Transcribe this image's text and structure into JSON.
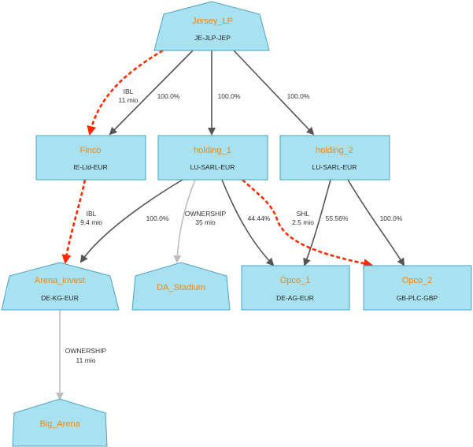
{
  "nodes": {
    "jersey_lp": {
      "title": "Jersey_LP",
      "sub": "JE-JLP-JEP"
    },
    "finco": {
      "title": "Finco",
      "sub": "IE-Ltd-EUR"
    },
    "holding_1": {
      "title": "holding_1",
      "sub": "LU-SARL-EUR"
    },
    "holding_2": {
      "title": "holding_2",
      "sub": "LU-SARL-EUR"
    },
    "arena_invest": {
      "title": "Arena_invest",
      "sub": "DE-KG-EUR"
    },
    "da_stadium": {
      "title": "DA_Stadium",
      "sub": ""
    },
    "opco_1": {
      "title": "Opco_1",
      "sub": "DE-AG-EUR"
    },
    "opco_2": {
      "title": "Opco_2",
      "sub": "GB-PLC-GBP"
    },
    "big_arena": {
      "title": "Big_Arena",
      "sub": ""
    }
  },
  "edges": {
    "jersey_finco_own": {
      "line1": "100.0%"
    },
    "jersey_holding1_own": {
      "line1": "100.0%"
    },
    "jersey_holding2_own": {
      "line1": "100.0%"
    },
    "jersey_finco_ibl": {
      "line1": "IBL",
      "line2": "11 mio"
    },
    "finco_arena_ibl": {
      "line1": "IBL",
      "line2": "9.4 mio"
    },
    "holding1_arena_own": {
      "line1": "100.0%"
    },
    "holding1_da_own": {
      "line1": "OWNERSHIP",
      "line2": "35 mio"
    },
    "holding1_opco1_own": {
      "line1": "44.44%"
    },
    "holding1_opco2_shl": {
      "line1": "SHL",
      "line2": "2.5 mio"
    },
    "holding2_opco1_own": {
      "line1": "55.56%"
    },
    "holding2_opco2_own": {
      "line1": "100.0%"
    },
    "arena_bigarena_own": {
      "line1": "OWNERSHIP",
      "line2": "11 mio"
    }
  },
  "colors": {
    "node_fill": "#a8e1f0",
    "node_stroke": "#4aa3c4",
    "node_title": "#e8891c",
    "ownership_edge": "#555555",
    "ownership_amount_edge": "#bdbdbd",
    "loan_edge": "#ff2a00"
  }
}
